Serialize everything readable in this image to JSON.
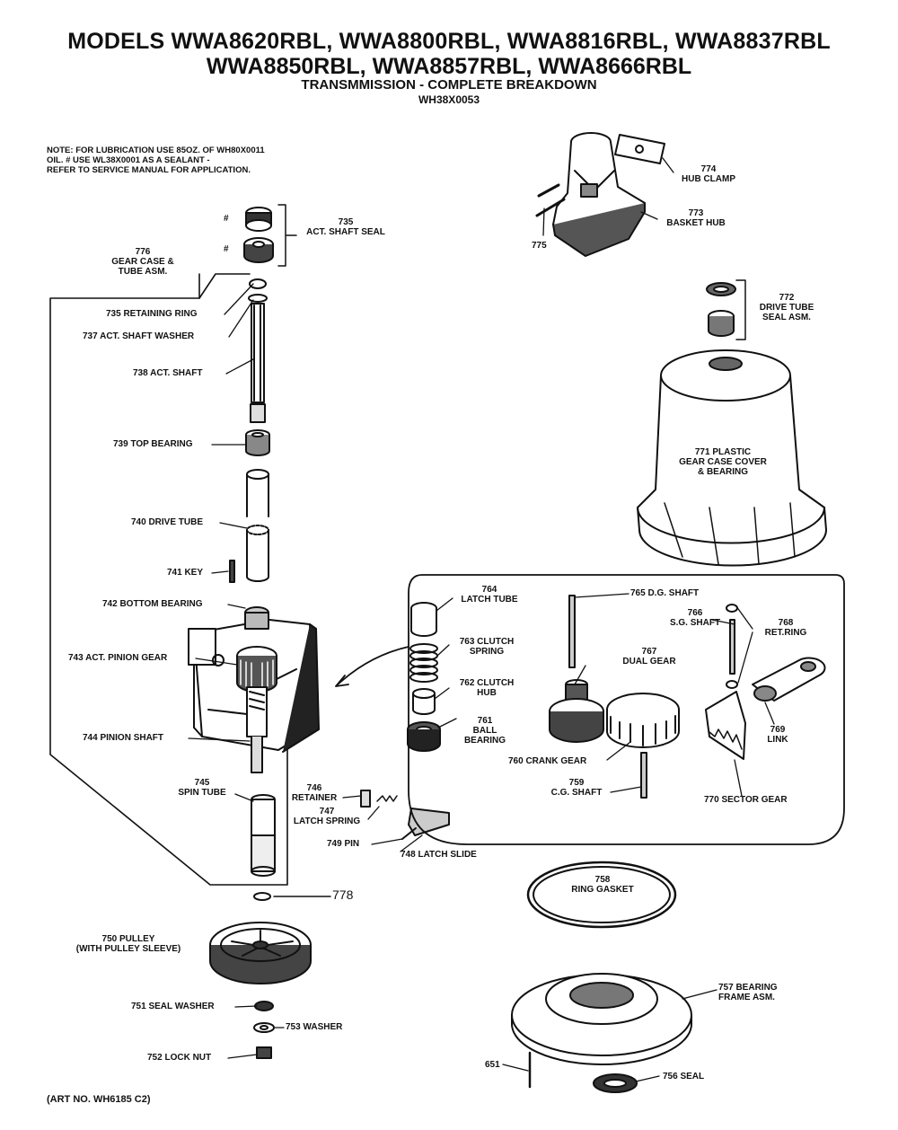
{
  "header": {
    "title_line1": "MODELS WWA8620RBL, WWA8800RBL, WWA8816RBL, WWA8837RBL",
    "title_line2": "WWA8850RBL, WWA8857RBL, WWA8666RBL",
    "subtitle": "TRANSMMISSION - COMPLETE BREAKDOWN",
    "part_number": "WH38X0053"
  },
  "note": [
    "NOTE: FOR LUBRICATION USE 85OZ. OF WH80X0011",
    "OIL. # USE WL38X0001 AS A SEALANT -",
    "REFER TO SERVICE MANUAL FOR APPLICATION."
  ],
  "labels": {
    "p735": [
      "735",
      "ACT. SHAFT SEAL"
    ],
    "p776": [
      "776",
      "GEAR CASE &",
      "TUBE ASM."
    ],
    "p736": "735 RETAINING RING",
    "p737": "737  ACT. SHAFT WASHER",
    "p738": "738 ACT. SHAFT",
    "p739": "739 TOP BEARING",
    "p740": "740 DRIVE TUBE",
    "p741": "741 KEY",
    "p742": "742 BOTTOM BEARING",
    "p743": "743 ACT. PINION GEAR",
    "p744": "744 PINION SHAFT",
    "p745": [
      "745",
      "SPIN TUBE"
    ],
    "p746": [
      "746",
      "RETAINER"
    ],
    "p747": [
      "747",
      "LATCH SPRING"
    ],
    "p749": "749 PIN",
    "p748": "748 LATCH SLIDE",
    "p778": "778",
    "p750": [
      "750 PULLEY",
      "(WITH PULLEY SLEEVE)"
    ],
    "p751": "751 SEAL WASHER",
    "p753": "753 WASHER",
    "p752": "752 LOCK NUT",
    "p774": [
      "774",
      "HUB CLAMP"
    ],
    "p773": [
      "773",
      "BASKET HUB"
    ],
    "p775": "775",
    "p772": [
      "772",
      "DRIVE TUBE",
      "SEAL ASM."
    ],
    "p771": [
      "771 PLASTIC",
      "GEAR CASE COVER",
      "& BEARING"
    ],
    "p764": [
      "764",
      "LATCH TUBE"
    ],
    "p763": [
      "763 CLUTCH",
      "SPRING"
    ],
    "p762": [
      "762 CLUTCH",
      "HUB"
    ],
    "p761": [
      "761",
      "BALL",
      "BEARING"
    ],
    "p765": "765 D.G. SHAFT",
    "p766": [
      "766",
      "S.G. SHAFT"
    ],
    "p768": [
      "768",
      "RET.RING"
    ],
    "p767": [
      "767",
      "DUAL GEAR"
    ],
    "p769": [
      "769",
      "LINK"
    ],
    "p760": "760 CRANK GEAR",
    "p759": [
      "759",
      "C.G. SHAFT"
    ],
    "p770": "770 SECTOR GEAR",
    "p758": [
      "758",
      "RING GASKET"
    ],
    "p757": [
      "757 BEARING",
      "FRAME ASM."
    ],
    "p651": "651",
    "p756": "756 SEAL",
    "marker_hash": "#"
  },
  "footer": {
    "art_no": "(ART NO. WH6185 C2)"
  }
}
